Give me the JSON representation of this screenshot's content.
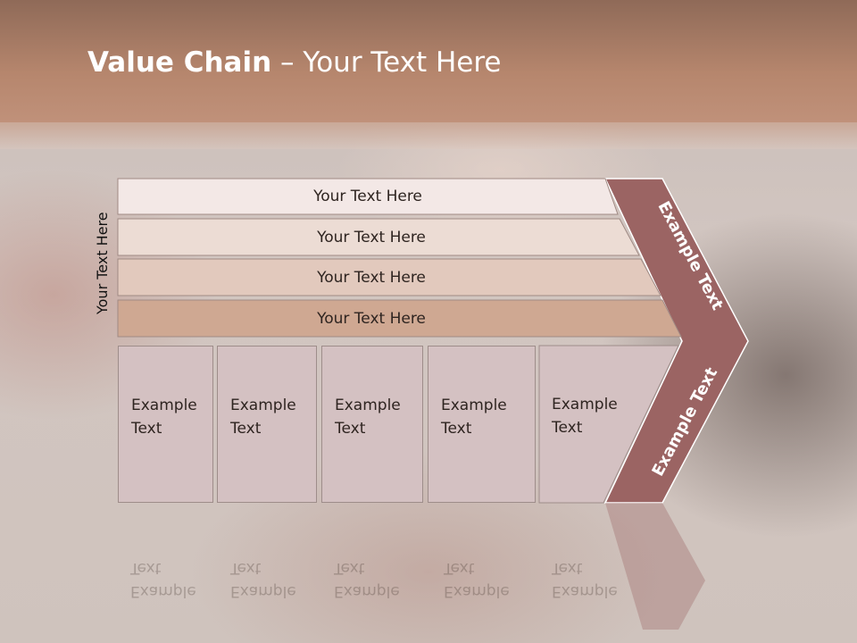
{
  "slide": {
    "title_bold": "Value Chain",
    "title_rest": " – Your Text Here",
    "vertical_label": "Your Text Here",
    "bars": [
      "Your Text Here",
      "Your Text Here",
      "Your Text Here",
      "Your Text Here"
    ],
    "columns": [
      {
        "line1": "Example",
        "line2": "Text"
      },
      {
        "line1": "Example",
        "line2": "Text"
      },
      {
        "line1": "Example",
        "line2": "Text"
      },
      {
        "line1": "Example",
        "line2": "Text"
      },
      {
        "line1": "Example",
        "line2": "Text"
      }
    ],
    "arrow_upper_label": "Example Text",
    "arrow_lower_label": "Example Text"
  },
  "colors": {
    "header": "#b6866d",
    "bar1": "#f3e8e6",
    "bar2": "#ecdcd4",
    "bar3": "#e2c9bd",
    "bar4": "#cfa892",
    "column": "#d4c1c2",
    "arrow": "#9b6463"
  }
}
